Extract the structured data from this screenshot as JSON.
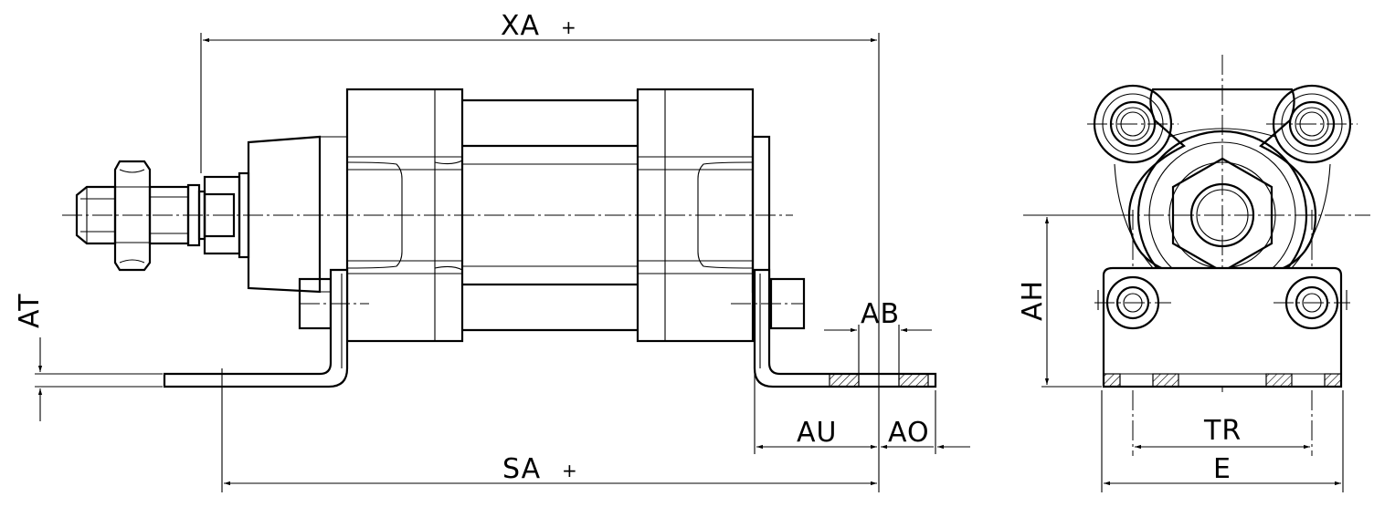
{
  "dimensions": {
    "xa": "XA",
    "sa": "SA",
    "tolerance_symbol": "+",
    "at": "AT",
    "ab": "AB",
    "au": "AU",
    "ao": "AO",
    "ah": "AH",
    "tr": "TR",
    "e": "E"
  }
}
